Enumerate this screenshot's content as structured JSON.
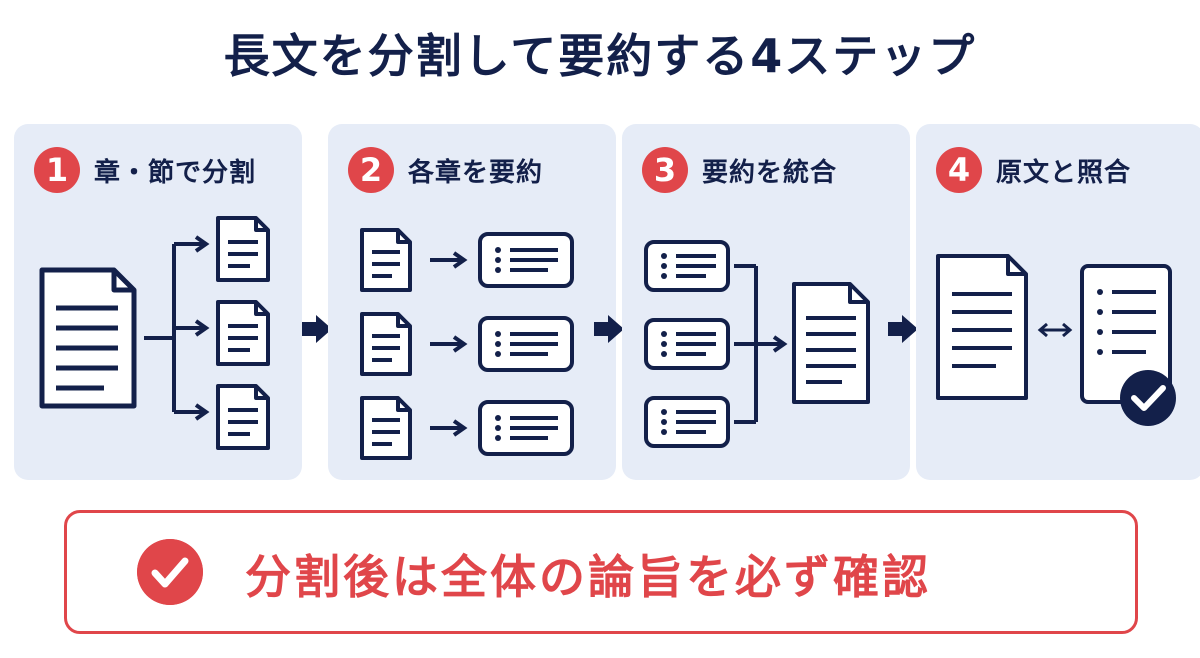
{
  "title": "長文を分割して要約する4ステップ",
  "steps": [
    {
      "number": "1",
      "label": "章・節で分割"
    },
    {
      "number": "2",
      "label": "各章を要約"
    },
    {
      "number": "3",
      "label": "要約を統合"
    },
    {
      "number": "4",
      "label": "原文と照合"
    }
  ],
  "banner": {
    "text": "分割後は全体の論旨を必ず確認"
  },
  "colors": {
    "navy": "#13204a",
    "accent_red": "#e0464a",
    "panel_bg": "#e6ecf7"
  },
  "icons": [
    "document-icon",
    "summary-card-icon",
    "arrow-right-icon",
    "double-arrow-icon",
    "check-badge-icon"
  ]
}
